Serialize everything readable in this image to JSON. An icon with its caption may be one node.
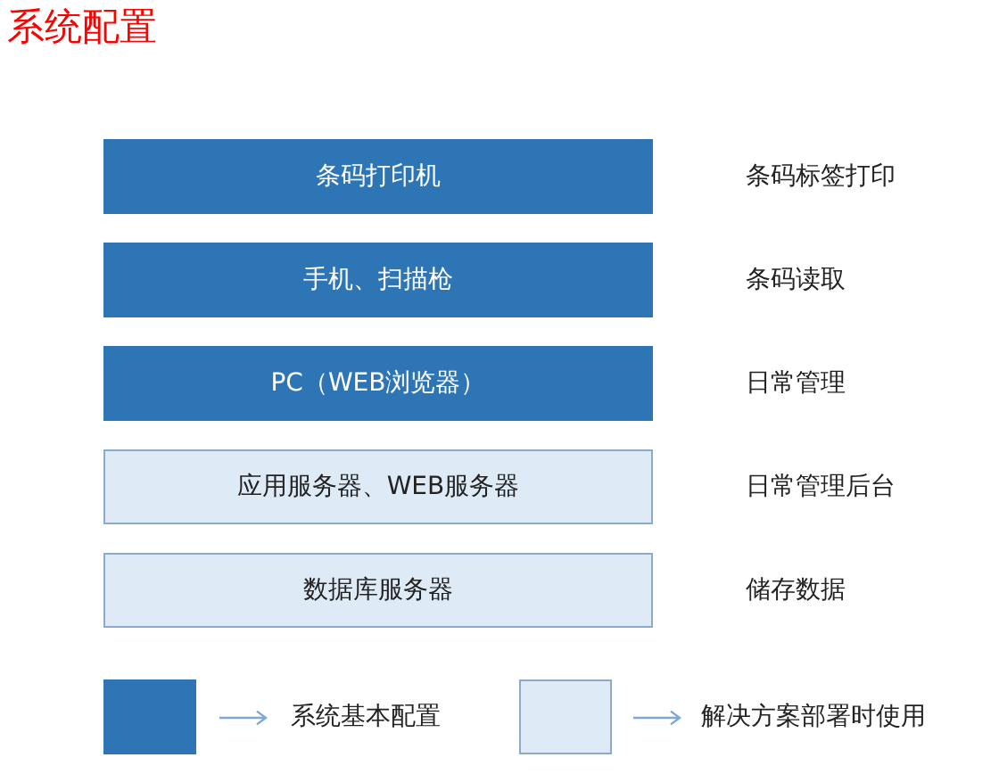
{
  "diagram": {
    "title": "系统配置",
    "nodes": [
      {
        "text": [
          "条码打印机"
        ],
        "beside": [
          "条码标签打印"
        ]
      },
      {
        "text": [
          "手机、扫描枪"
        ],
        "beside": [
          "条码读取"
        ]
      },
      {
        "text": [
          "PC（WEB浏览器）"
        ],
        "beside": [
          "日常管理"
        ]
      },
      {
        "text": [
          "应用服务器、WEB服务器"
        ],
        "beside": [
          "日常管理后台"
        ]
      },
      {
        "text": [
          "数据库服务器"
        ],
        "beside": [
          "储存数据"
        ]
      }
    ],
    "edges": [],
    "legend": [
      {
        "text": "系统基本配置",
        "color": "#2e75b6"
      },
      {
        "text": "解决方案部署时使用",
        "color": "#deebf7"
      }
    ]
  }
}
